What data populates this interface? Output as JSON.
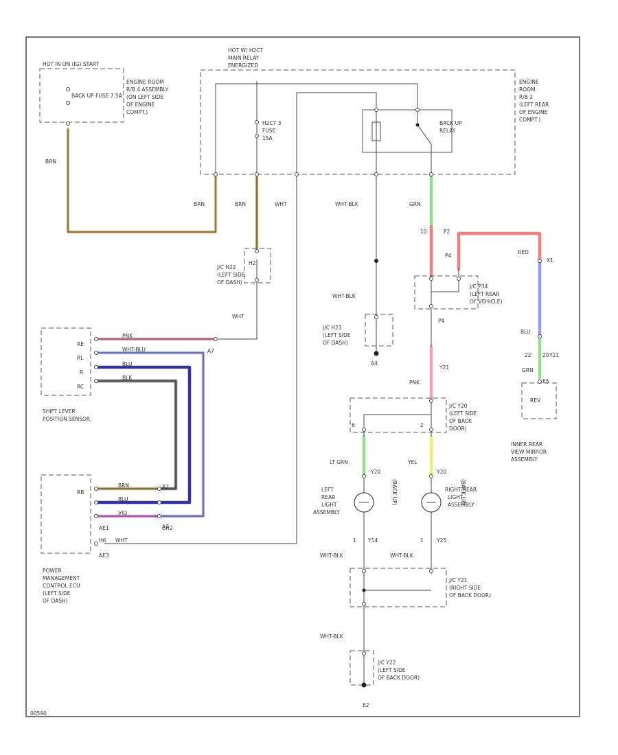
{
  "colors": {
    "brown": "#d8c080",
    "green": "#8fe08f",
    "red": "#f08080",
    "blue": "#9999ee",
    "pink": "#f0a0c0",
    "lavender": "#b0b0f0",
    "navy": "#3333cc",
    "gray": "#777777",
    "yellow": "#f0f070",
    "magenta": "#f090f0",
    "tan": "#c8b070"
  },
  "boxes": {
    "backup_fuse_hot": "HOT IN ON (IG) START",
    "backup_fuse": "BACK UP FUSE 7.5A",
    "engine_room_rb4": [
      "ENGINE ROOM",
      "R/B 4 ASSEMBLY",
      "(ON LEFT SIDE",
      "OF ENGINE",
      "COMPT.)"
    ],
    "main_relay_hot": [
      "HOT W/ H2CT",
      "MAIN RELAY",
      "ENERGIZED"
    ],
    "h2ct_fuse": [
      "H2CT 3",
      "FUSE",
      "15A"
    ],
    "engine_room_rb2": [
      "ENGINE",
      "ROOM",
      "R/B 2",
      "(LEFT REAR",
      "OF ENGINE",
      "COMPT.)"
    ],
    "backup_relay": [
      "BACK UP",
      "RELAY"
    ],
    "jc_h22": [
      "J/C H22",
      "(LEFT SIDE",
      "OF DASH)"
    ],
    "jc_h23": [
      "J/C H23",
      "(LEFT SIDE",
      "OF DASH)"
    ],
    "jc_p34": [
      "J/C P34",
      "(LEFT REAR",
      "OF VEHICLE)"
    ],
    "jc_y20": [
      "J/C Y20",
      "(LEFT SIDE",
      "OF BACK",
      "DOOR)"
    ],
    "jc_y21": [
      "J/C Y21",
      "(RIGHT SIDE",
      "OF BACK DOOR)"
    ],
    "jc_y22": [
      "J/C Y22",
      "(LEFT SIDE",
      "OF BACK DOOR)"
    ],
    "shift_lever": [
      "SHIFT LEVER",
      "POSITION SENSOR"
    ],
    "power_mgmt": [
      "POWER",
      "MANAGEMENT",
      "CONTROL ECU",
      "(LEFT SIDE",
      "OF DASH)"
    ],
    "inner_mirror": [
      "INNER REAR",
      "VIEW MIRROR",
      "ASSEMBLY"
    ],
    "left_lamp": [
      "LEFT",
      "REAR",
      "LIGHT",
      "ASSEMBLY"
    ],
    "right_lamp": [
      "RIGHT REAR",
      "LIGHT",
      "ASSEMBLY"
    ],
    "backup_tag": "(BACK UP)"
  },
  "wires": {
    "brn_left": "BRN",
    "brn_a": "BRN",
    "brn_b": "BRN",
    "wht_top": "WHT",
    "wht_blk_top": "WHT-BLK",
    "grn_top": "GRN",
    "wht_h22": "WHT",
    "wht_blk_h23": "WHT-BLK",
    "red_mirror": "RED",
    "blu_mirror": "BLU",
    "grn_mirror": "GRN",
    "pnk_mid": "PNK",
    "lt_grn": "LT GRN",
    "yel": "YEL",
    "wht_blk_l": "WHT-BLK",
    "wht_blk_r": "WHT-BLK",
    "wht_blk_bot": "WHT-BLK",
    "pnk_s": "PNK",
    "wht_blu_s": "WHT-BLU",
    "blu_s": "BLU",
    "blk_s": "BLK",
    "brn_e": "BRN",
    "blu_e": "BLU",
    "vio_e": "VIO",
    "wht_e": "WHT",
    "e_h6": "H6"
  },
  "connectors": {
    "c_h2": "H2",
    "c_a7": "A7",
    "c_a7b": "A7",
    "c_p2": "P2",
    "c_p4": "P4",
    "c_p4b": "P4",
    "c_y21": "Y21",
    "c_y21b": "Y21",
    "c_y14": "Y14",
    "c_y25": "Y25",
    "c_y20": "Y20",
    "c_y20b": "Y20",
    "c_x1": "X1",
    "c_a4": "A4",
    "c_e5": "E5",
    "c_e2": "E2",
    "c_x2": "X2",
    "c_ae1": "AE1",
    "c_ae3": "AE3",
    "c_ch2": "CH2",
    "c_10": "10",
    "c_20": "20",
    "c_r": "R",
    "c_rb": "RB",
    "c_re": "RE",
    "c_rl": "RL",
    "c_rc": "RC",
    "c_rev": "REV",
    "c_6": "6",
    "c_2": "2",
    "c_1l": "1",
    "c_1r": "1",
    "c_22": "22"
  },
  "footer_code": "00590"
}
